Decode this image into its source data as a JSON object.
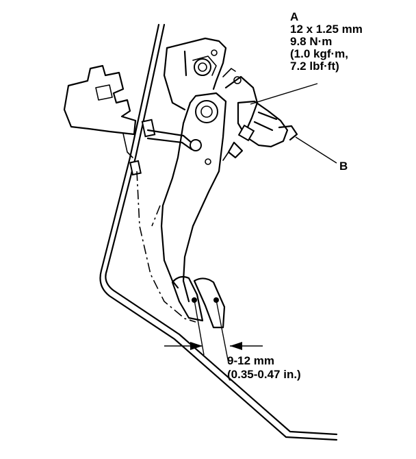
{
  "callout_a": {
    "letter": "A",
    "bolt_size": "12 x 1.25 mm",
    "torque_nm": "9.8 N·m",
    "torque_kgfm": "(1.0 kgf·m,",
    "torque_lbfft": "7.2 lbf·ft)"
  },
  "callout_b": {
    "letter": "B"
  },
  "free_play": {
    "range_mm": "9-12 mm",
    "range_in": "(0.35-0.47 in.)"
  }
}
